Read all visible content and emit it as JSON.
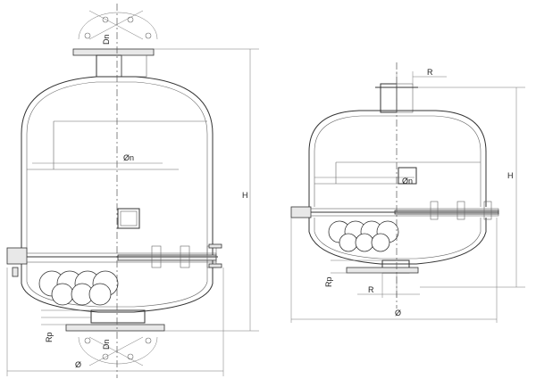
{
  "left_vessel": {
    "labels": {
      "nozzle": "Dn",
      "inner_diameter": "Øn",
      "height": "H",
      "support_gap": "Rp",
      "outer_diameter": "Ø"
    }
  },
  "right_vessel": {
    "labels": {
      "top_nozzle_offset": "R",
      "inner_diameter": "Øn",
      "height": "H",
      "support_gap": "Rp",
      "bottom_nozzle_offset": "R",
      "outer_diameter": "Ø"
    }
  }
}
